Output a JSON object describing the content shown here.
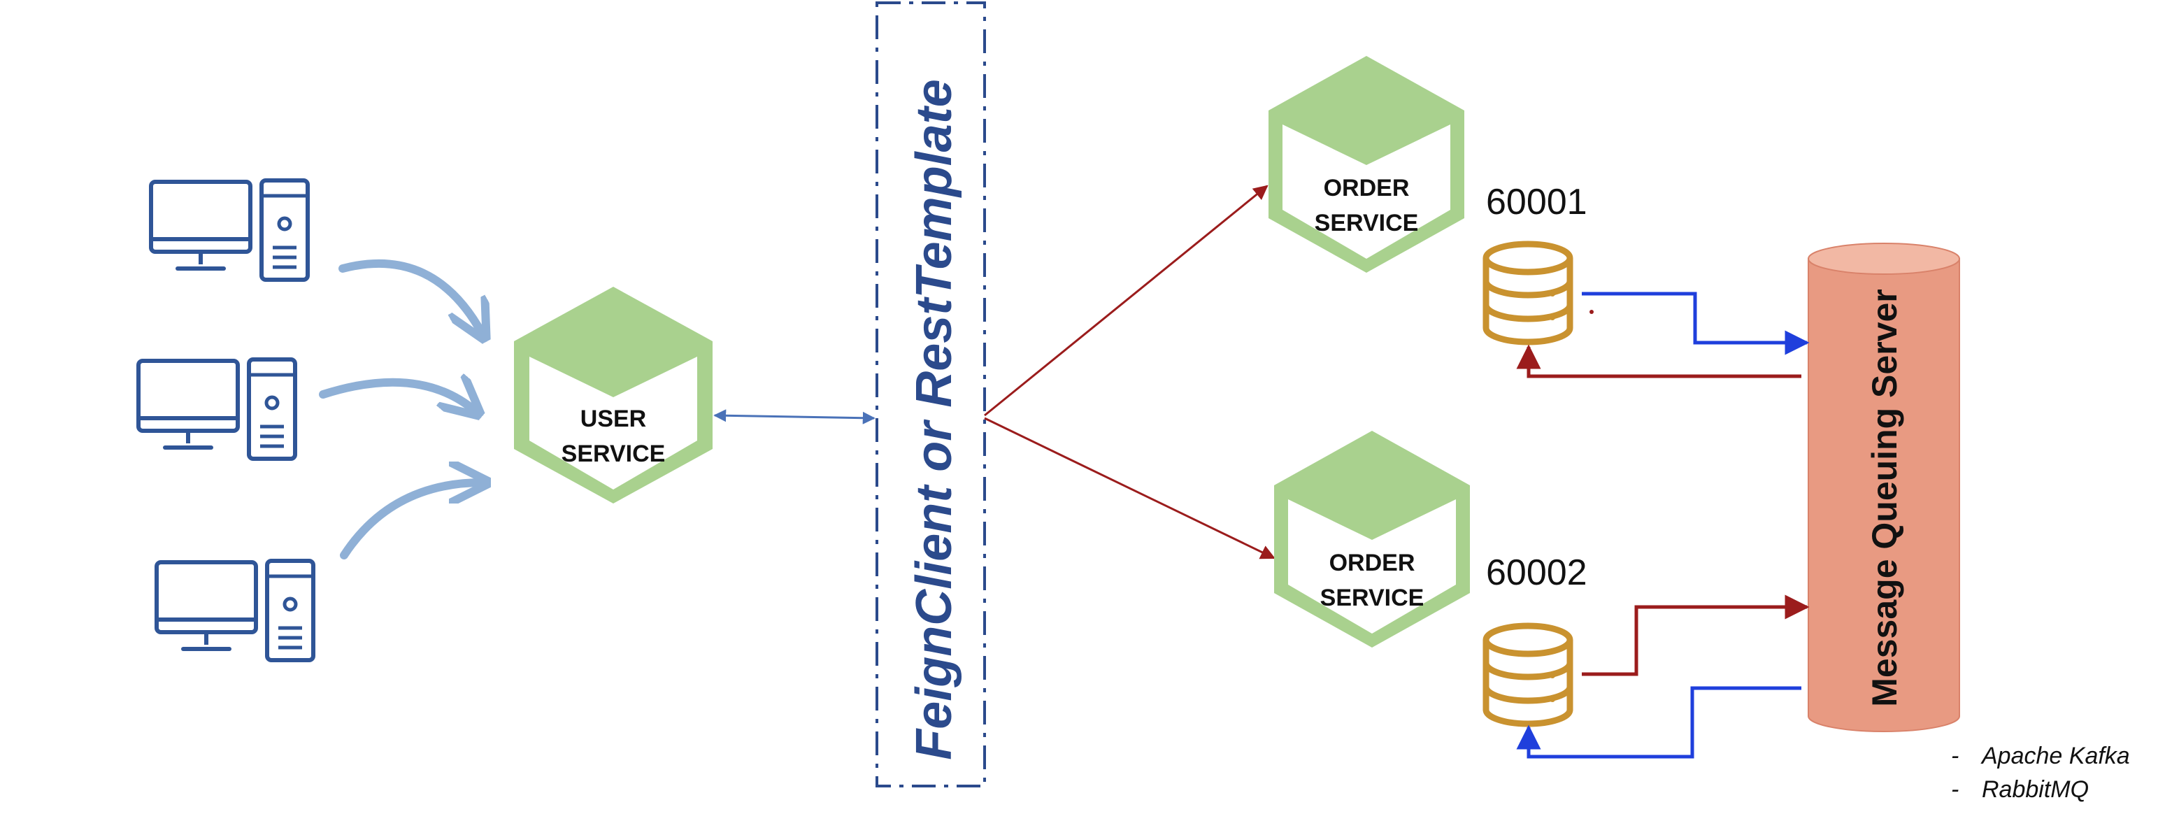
{
  "client_icon": "desktop-computer-icon",
  "database_icon": "database-icon",
  "gateway": {
    "label": "FeignClient or RestTemplate"
  },
  "user_service": {
    "line1": "USER",
    "line2": "SERVICE"
  },
  "order_services": [
    {
      "line1": "ORDER",
      "line2": "SERVICE",
      "port": "60001"
    },
    {
      "line1": "ORDER",
      "line2": "SERVICE",
      "port": "60002"
    }
  ],
  "message_queue": {
    "label": "Message Queuing Server"
  },
  "notes": [
    {
      "dash": "-",
      "text": "Apache Kafka"
    },
    {
      "dash": "-",
      "text": "RabbitMQ"
    }
  ],
  "colors": {
    "hex_green": "#a9d18e",
    "client_blue": "#2f5597",
    "gateway_blue": "#2b4a8c",
    "db_gold": "#c9922f",
    "mq_fill": "#e89a82",
    "arrow_red": "#9b1c1c",
    "arrow_blue": "#1f3fdc"
  }
}
